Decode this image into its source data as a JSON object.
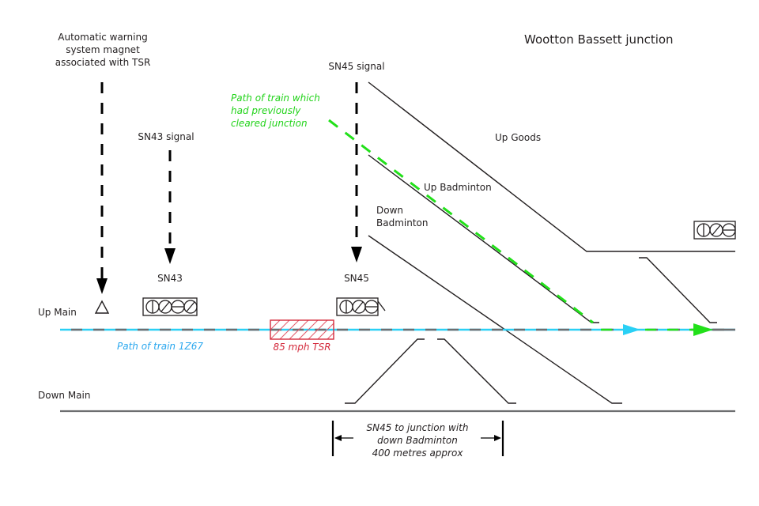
{
  "diagram": {
    "title": "Wootton Bassett junction",
    "labels": {
      "aws_line1": "Automatic warning",
      "aws_line2": "system magnet",
      "aws_line3": "associated with TSR",
      "sn43_signal": "SN43 signal",
      "sn45_signal": "SN45 signal",
      "sn43": "SN43",
      "sn45": "SN45",
      "up_main": "Up Main",
      "down_main": "Down Main",
      "up_goods": "Up Goods",
      "up_badminton": "Up Badminton",
      "down_badminton_line1": "Down",
      "down_badminton_line2": "Badminton",
      "prev_train_line1": "Path of train which",
      "prev_train_line2": "had previously",
      "prev_train_line3": "cleared junction",
      "train_path": "Path of train 1Z67",
      "tsr": "85 mph TSR",
      "dimension_line1": "SN45 to junction with",
      "dimension_line2": "down Badminton",
      "dimension_line3": "400 metres approx"
    },
    "colors": {
      "train_1z67_path": "#2ad0f5",
      "previous_train_path": "#22e01a",
      "tsr": "#d42a3c",
      "track": "#231f20",
      "main_line": "#6d6e70"
    },
    "signals": [
      {
        "id": "SN43",
        "aspects": [
          "vertical",
          "diagonal",
          "horizontal",
          "diagonal"
        ]
      },
      {
        "id": "SN45",
        "aspects": [
          "vertical",
          "diagonal",
          "horizontal"
        ]
      },
      {
        "id": "Up Goods signal",
        "aspects": [
          "vertical",
          "diagonal",
          "horizontal"
        ]
      }
    ]
  }
}
